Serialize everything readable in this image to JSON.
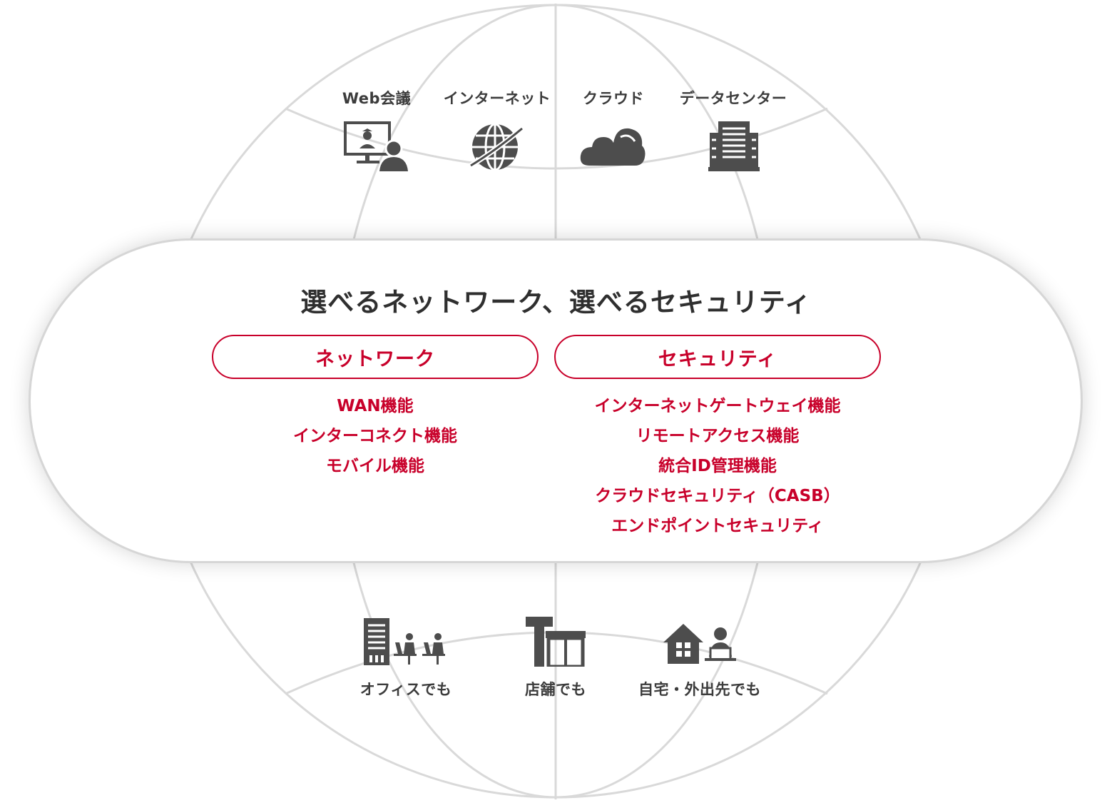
{
  "title": "選べるネットワーク、選べるセキュリティ",
  "top_items": [
    {
      "label": "Web会議",
      "icon": "web-conference-icon"
    },
    {
      "label": "インターネット",
      "icon": "internet-globe-icon"
    },
    {
      "label": "クラウド",
      "icon": "cloud-icon"
    },
    {
      "label": "データセンター",
      "icon": "datacenter-icon"
    }
  ],
  "network": {
    "heading": "ネットワーク",
    "items": [
      "WAN機能",
      "インターコネクト機能",
      "モバイル機能"
    ]
  },
  "security": {
    "heading": "セキュリティ",
    "items": [
      "インターネットゲートウェイ機能",
      "リモートアクセス機能",
      "統合ID管理機能",
      "クラウドセキュリティ（CASB）",
      "エンドポイントセキュリティ"
    ]
  },
  "bottom_items": [
    {
      "label": "オフィスでも",
      "icon": "office-icon"
    },
    {
      "label": "店舗でも",
      "icon": "store-icon"
    },
    {
      "label": "自宅・外出先でも",
      "icon": "home-remote-icon"
    }
  ],
  "colors": {
    "accent": "#c8002a",
    "icon": "#4d4d4d",
    "text": "#3c3c3c",
    "globe_lines": "#d9d9d9"
  }
}
